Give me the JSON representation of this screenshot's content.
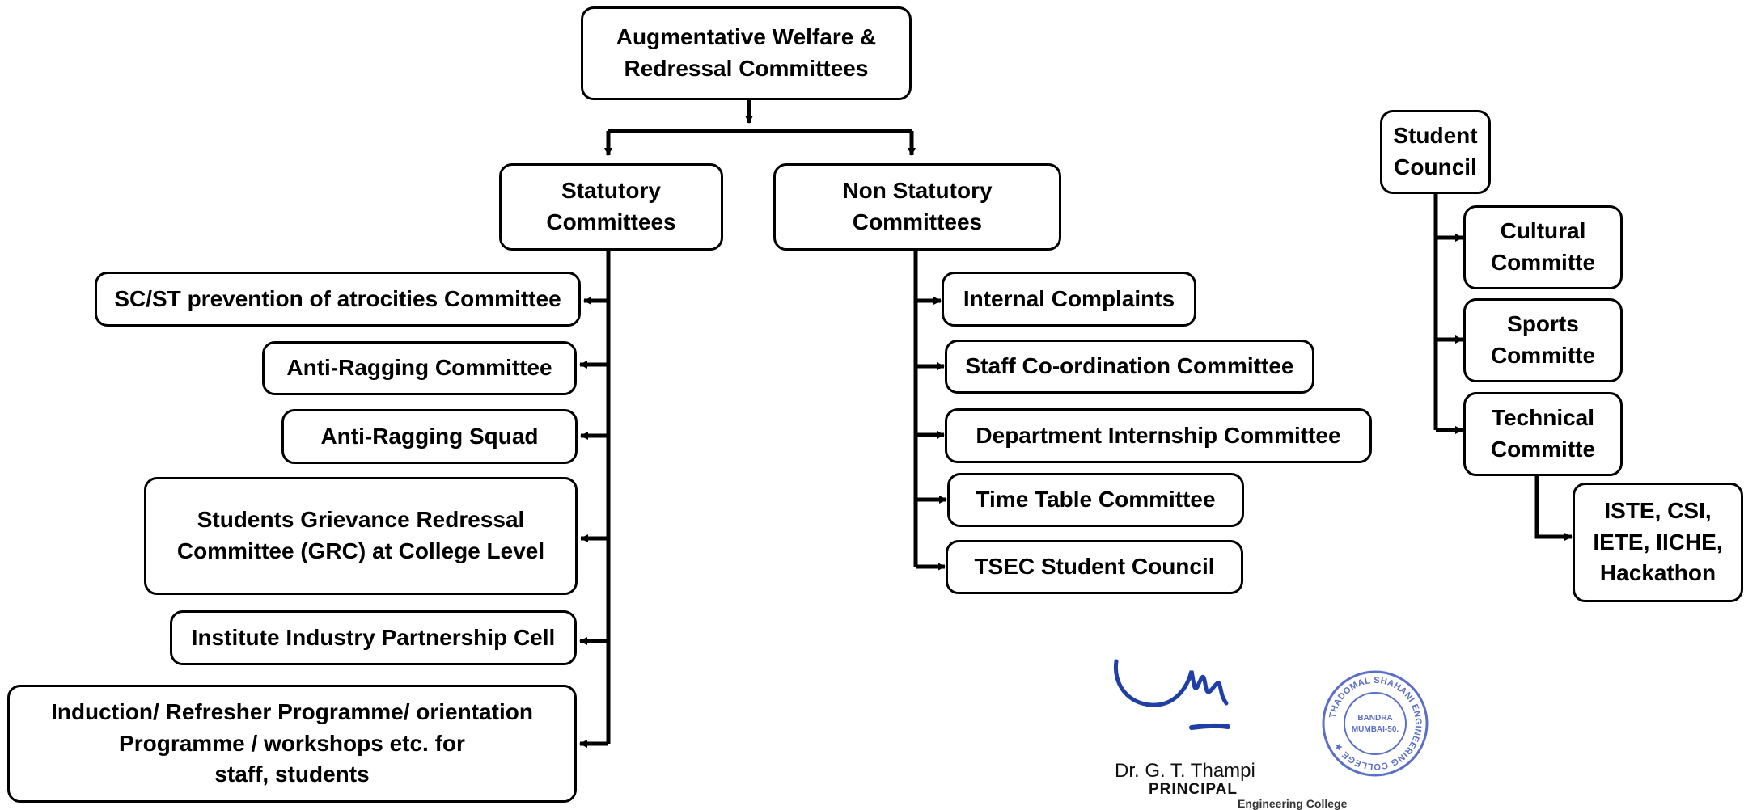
{
  "diagram": {
    "root": "Augmentative Welfare &\nRedressal Committees",
    "statutory": {
      "title": "Statutory\nCommittees",
      "items": [
        "SC/ST prevention of atrocities Committee",
        "Anti-Ragging Committee",
        "Anti-Ragging Squad",
        "Students Grievance Redressal\nCommittee (GRC) at College Level",
        "Institute Industry Partnership Cell",
        "Induction/ Refresher Programme/ orientation\nProgramme / workshops etc. for\nstaff, students"
      ]
    },
    "non_statutory": {
      "title": "Non Statutory\nCommittees",
      "items": [
        "Internal Complaints",
        "Staff Co-ordination Committee",
        "Department Internship Committee",
        "Time Table Committee",
        "TSEC Student Council"
      ]
    },
    "student_council": {
      "title": "Student\nCouncil",
      "items": [
        "Cultural\nCommitte",
        "Sports\nCommitte",
        "Technical\nCommitte"
      ],
      "technical_child": "ISTE, CSI,\nIETE, IICHE,\nHackathon"
    }
  },
  "signature": {
    "name": "Dr. G. T. Thampi",
    "title": "PRINCIPAL",
    "institution_partial": "Engineering College",
    "stamp_text": "THADOMAL SHAHANI ENGINEERING COLLEGE",
    "stamp_center": "BANDRA\nMUMBAI-50."
  },
  "colors": {
    "line": "#000000",
    "ink": "#1f3fa6",
    "stamp": "#5b6fc6"
  }
}
